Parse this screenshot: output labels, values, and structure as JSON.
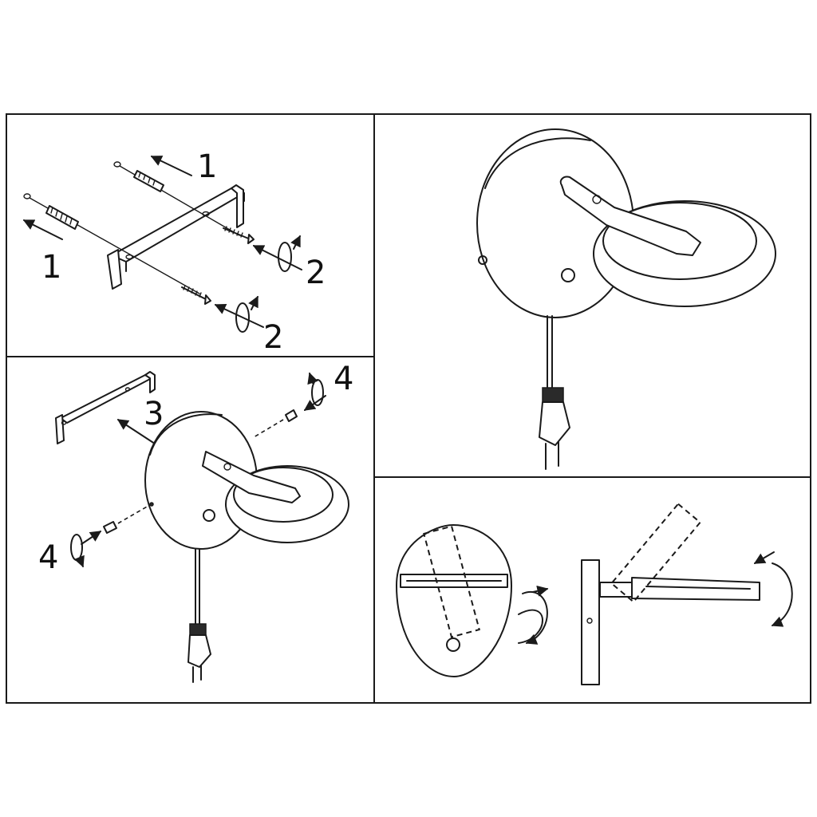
{
  "panels": {
    "step_a": {
      "labels": [
        "1",
        "1",
        "2",
        "2"
      ]
    },
    "step_b": {
      "labels": [
        "3",
        "4",
        "4"
      ]
    }
  },
  "icons": [
    "wall-plug-icon",
    "screw-icon",
    "rotation-arrow-icon",
    "direction-arrow-icon",
    "power-plug-icon"
  ],
  "colors": {
    "line": "#1a1a1a",
    "background": "#ffffff"
  }
}
